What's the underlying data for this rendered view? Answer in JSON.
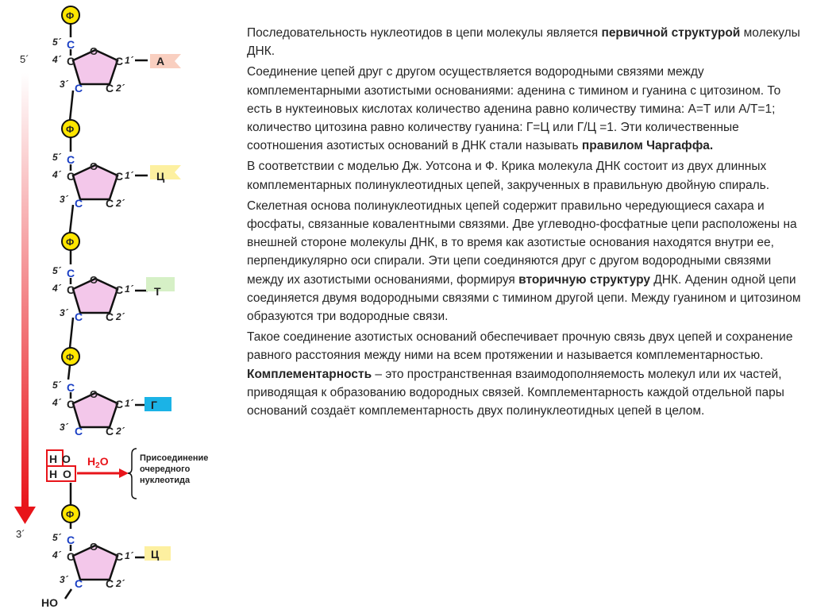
{
  "diagram": {
    "direction_top": "5´",
    "direction_bottom": "3´",
    "phosphate": "Ф",
    "carbon": "C",
    "oxygen": "O",
    "carbon_labels": {
      "c5": "5´",
      "c4": "4´",
      "c3": "3´",
      "c2": "2´",
      "c1": "1´"
    },
    "nucleotides": [
      {
        "base": "А",
        "color": "#f9cfc0"
      },
      {
        "base": "Ц",
        "color": "#fdf0a0"
      },
      {
        "base": "Т",
        "color": "#d6f0c6"
      },
      {
        "base": "Г",
        "color": "#1bb3e6"
      },
      {
        "base": "Ц",
        "color": "#fdf0a0"
      }
    ],
    "condensation": {
      "h": "H",
      "o_top": "O",
      "o_bottom": "O",
      "h_bottom": "H",
      "water": "H",
      "water_sub": "2",
      "water_o": "O",
      "note_lines": [
        "Присоединение",
        "очередного",
        "нуклеотида"
      ]
    },
    "tail": "HO"
  },
  "text": {
    "p1_a": "Последовательность нуклеотидов в цепи молекулы является ",
    "p1_b": "первичной структурой",
    "p1_c": " молекулы ДНК.",
    "p2_a": "Соединение цепей друг с другом осуществляется водородными связями между комплементарными азотистыми основаниями: аденина с тимином и гуанина с цитозином. То есть в нуктеиновых кислотах количество аденина равно количеству тимина: А=Т или А/Т=1; количество цитозина равно количеству гуанина: Г=Ц или Г/Ц =1. Эти количественные соотношения азотистых оснований в ДНК стали называть ",
    "p2_b": "правилом Чаргаффа.",
    "p3": "В соответствии с моделью Дж. Уотсона и Ф. Крика молекула ДНК состоит из двух длинных комплементарных полинуклеотидных цепей, закрученных в правильную двойную спираль.",
    "p4_a": "Скелетная основа полинуклеотидных цепей содержит правильно чередующиеся сахара и фосфаты, связанные ковалентными связями. Две углеводно-фосфатные цепи расположены на внешней стороне молекулы ДНК, в то время как азотистые основания находятся внутри ее, перпендикулярно оси спирали. Эти цепи соединяются друг с другом водородными связями между их азотистыми основаниями, формируя ",
    "p4_b": "вторичную структуру",
    "p4_c": " ДНК. Аденин одной цепи соединяется двумя водородными связями с тимином другой цепи. Между гуанином и цитозином образуются три водородные связи.",
    "p5_a": "Такое соединение азотистых оснований обеспечивает прочную связь двух цепей и сохранение равного расстояния между ними на всем протяжении и называется комплементарностью. ",
    "p5_b": "Комплементарность",
    "p5_c": " – это пространственная взаимодополняемость молекул или их частей, приводящая к образованию водородных связей. Комплементарность каждой отдельной пары оснований создаёт комплементарность двух полинуклеотидных цепей в целом."
  }
}
